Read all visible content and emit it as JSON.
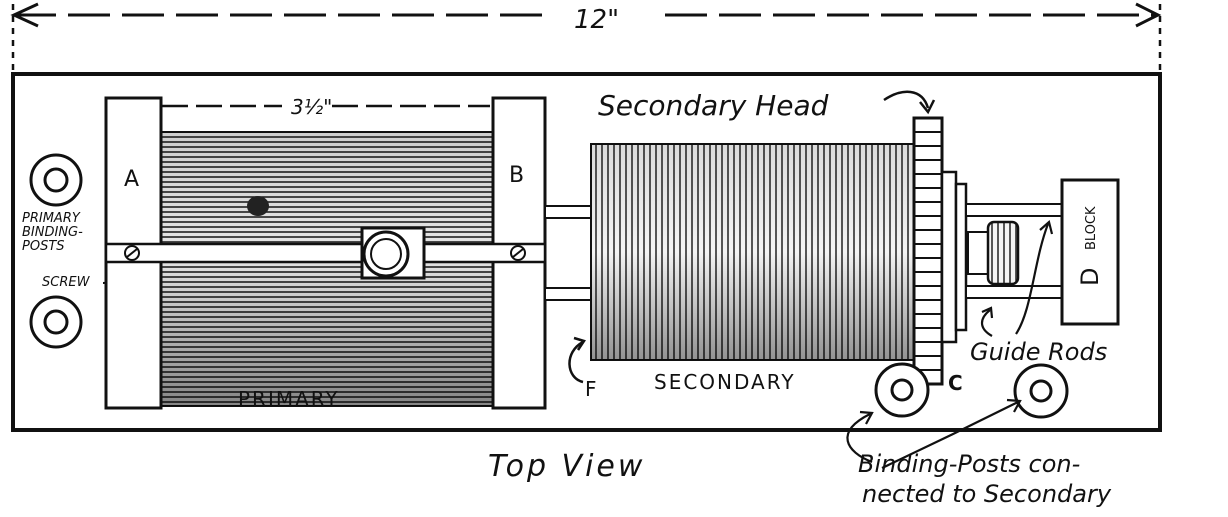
{
  "dimension": {
    "overall": "12\"",
    "primary_length": "3½\""
  },
  "labels": {
    "primary_binding_posts": [
      "PRIMARY",
      "BINDING-",
      "POSTS"
    ],
    "screw": "SCREW",
    "support_a": "A",
    "support_b": "B",
    "primary": "PRIMARY",
    "secondary_head": "Secondary Head",
    "secondary": "SECONDARY",
    "f": "F",
    "c": "C",
    "block_letter": "D",
    "block_word": "BLOCK",
    "guide_rods": "Guide Rods",
    "binding_posts_secondary": [
      "Binding-Posts con-",
      "nected  to Secondary"
    ],
    "view_title": "Top View"
  },
  "colors": {
    "ink": "#111111",
    "paper": "#ffffff"
  }
}
